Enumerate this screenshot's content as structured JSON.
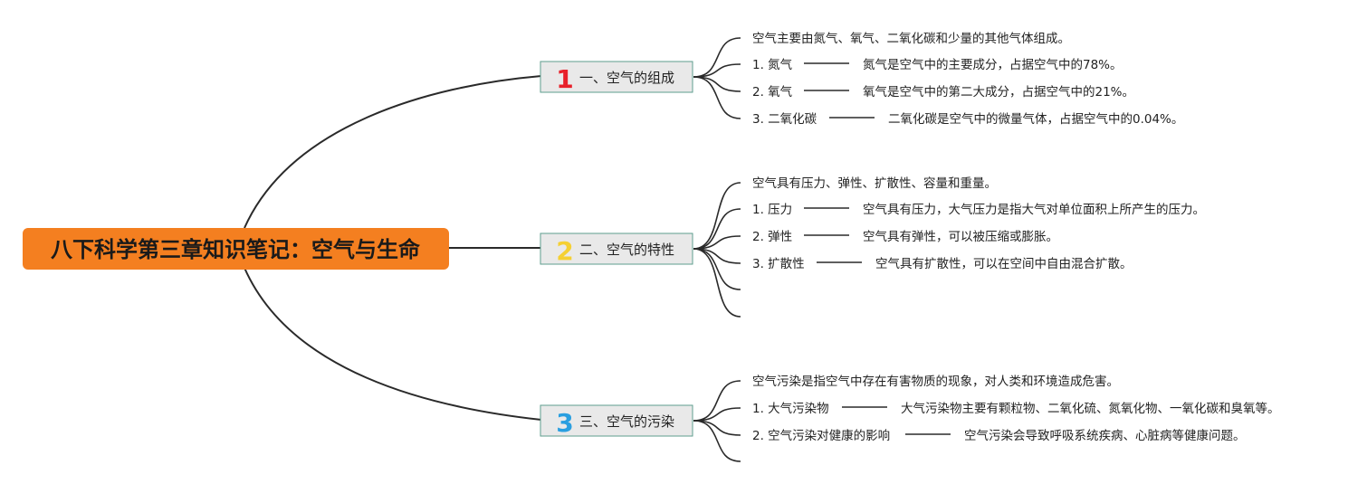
{
  "root": {
    "label": "八下科学第三章知识笔记：空气与生命",
    "color": "#F47F20"
  },
  "branches": [
    {
      "number": "1",
      "number_color": "#E8202A",
      "label": "一、空气的组成",
      "intro": "空气主要由氮气、氧气、二氧化碳和少量的其他气体组成。",
      "items": [
        {
          "term": "1. 氮气",
          "desc": "氮气是空气中的主要成分，占据空气中的78%。"
        },
        {
          "term": "2. 氧气",
          "desc": "氧气是空气中的第二大成分，占据空气中的21%。"
        },
        {
          "term": "3. 二氧化碳",
          "desc": "二氧化碳是空气中的微量气体，占据空气中的0.04%。"
        }
      ]
    },
    {
      "number": "2",
      "number_color": "#F5D033",
      "label": "二、空气的特性",
      "intro": "空气具有压力、弹性、扩散性、容量和重量。",
      "items": [
        {
          "term": "1. 压力",
          "desc": "空气具有压力，大气压力是指大气对单位面积上所产生的压力。"
        },
        {
          "term": "2. 弹性",
          "desc": "空气具有弹性，可以被压缩或膨胀。"
        },
        {
          "term": "3. 扩散性",
          "desc": "空气具有扩散性，可以在空间中自由混合扩散。"
        }
      ]
    },
    {
      "number": "3",
      "number_color": "#2A9FE0",
      "label": "三、空气的污染",
      "intro": "空气污染是指空气中存在有害物质的现象，对人类和环境造成危害。",
      "items": [
        {
          "term": "1. 大气污染物",
          "desc": "大气污染物主要有颗粒物、二氧化硫、氮氧化物、一氧化碳和臭氧等。"
        },
        {
          "term": "2. 空气污染对健康的影响",
          "desc": "空气污染会导致呼吸系统疾病、心脏病等健康问题。"
        }
      ]
    }
  ]
}
